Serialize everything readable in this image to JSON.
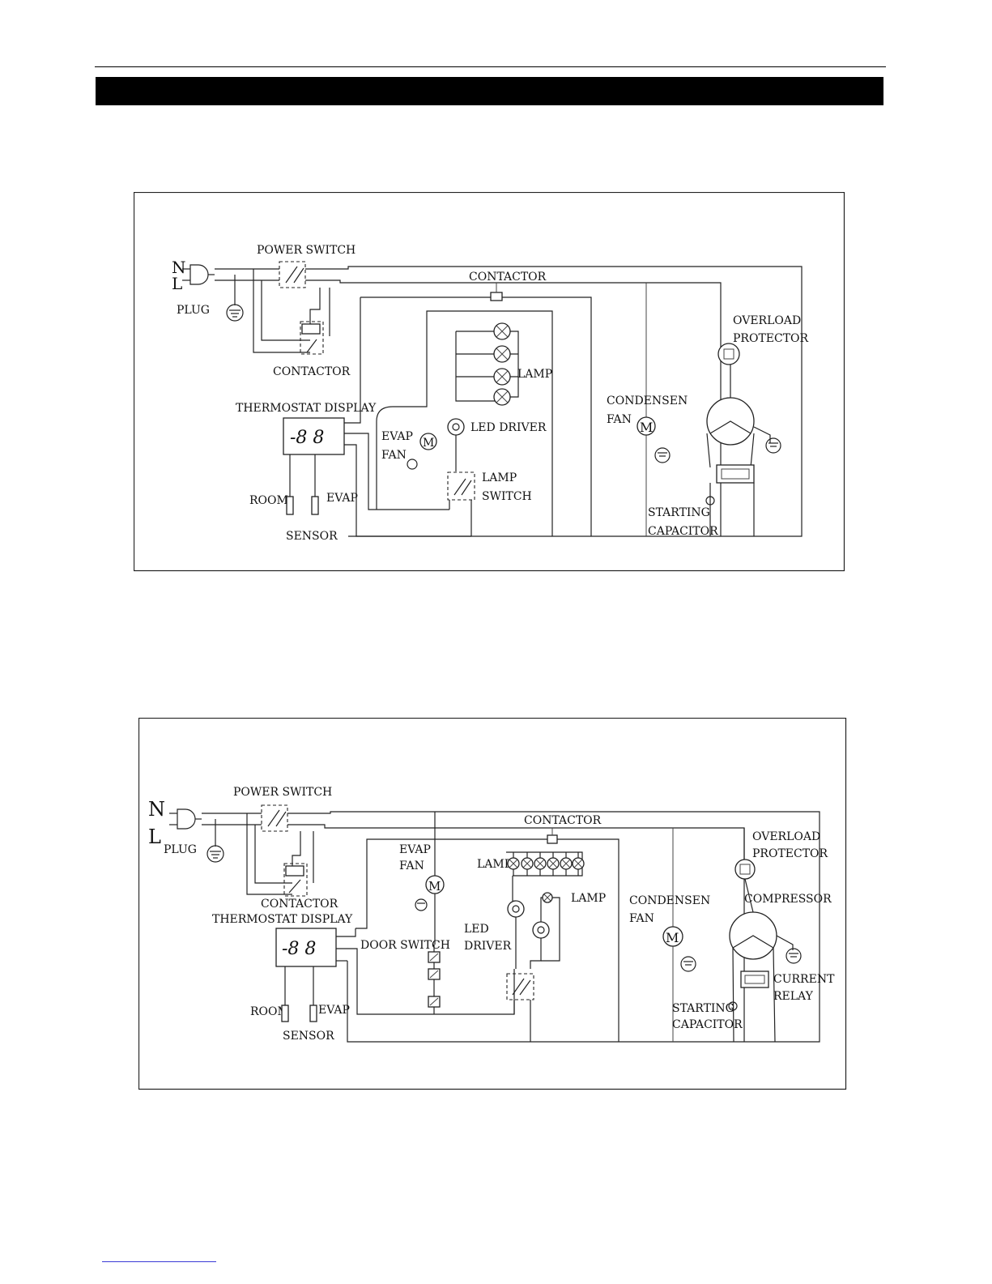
{
  "diagram1": {
    "labels": {
      "n": "N",
      "l": "L",
      "plug": "PLUG",
      "power_switch": "POWER SWITCH",
      "contactor_top": "CONTACTOR",
      "contactor_bottom": "CONTACTOR",
      "overload_protector_1": "OVERLOAD",
      "overload_protector_2": "PROTECTOR",
      "lamp": "LAMP",
      "led_driver": "LED DRIVER",
      "thermostat_display": "THERMOSTAT DISPLAY",
      "display_digits": "-8 8",
      "evap_fan_1": "EVAP",
      "evap_fan_2": "FAN",
      "lamp_switch_1": "LAMP",
      "lamp_switch_2": "SWITCH",
      "condensen_fan_1": "CONDENSEN",
      "condensen_fan_2": "FAN",
      "motor": "M",
      "motor_cond": "M",
      "room": "ROOM",
      "evap": "EVAP",
      "sensor": "SENSOR",
      "starting_capacitor_1": "STARTING",
      "starting_capacitor_2": "CAPACITOR"
    }
  },
  "diagram2": {
    "labels": {
      "n": "N",
      "l": "L",
      "plug": "PLUG",
      "power_switch": "POWER SWITCH",
      "contactor_top": "CONTACTOR",
      "contactor_bottom": "CONTACTOR",
      "overload_protector_1": "OVERLOAD",
      "overload_protector_2": "PROTECTOR",
      "evap_fan_1": "EVAP",
      "evap_fan_2": "FAN",
      "lamp_row": "LAMP",
      "lamp_single": "LAMP",
      "thermostat_display": "THERMOSTAT DISPLAY",
      "display_digits": "-8 8",
      "door_switch": "DOOR SWITCH",
      "led_driver_1": "LED",
      "led_driver_2": "DRIVER",
      "condensen_fan_1": "CONDENSEN",
      "condensen_fan_2": "FAN",
      "compressor": "COMPRESSOR",
      "current_relay_1": "CURRENT",
      "current_relay_2": "RELAY",
      "starting_capacitor_1": "STARTING",
      "starting_capacitor_2": "CAPACITOR",
      "motor": "M",
      "motor_cond": "M",
      "room": "ROOM",
      "evap": "EVAP",
      "sensor": "SENSOR"
    }
  }
}
